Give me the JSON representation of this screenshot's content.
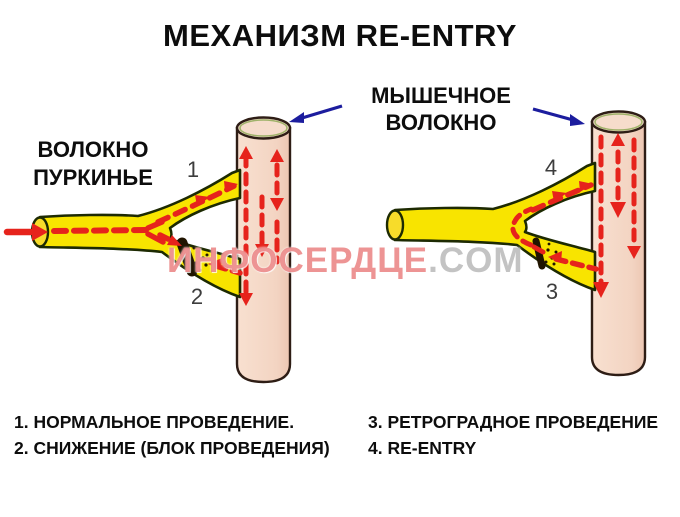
{
  "title": "МЕХАНИЗМ RE-ENTRY",
  "labels": {
    "muscle_fiber": {
      "line1": "МЫШЕЧНОЕ",
      "line2": "ВОЛОКНО"
    },
    "purkinje_fiber": {
      "line1": "ВОЛОКНО",
      "line2": "ПУРКИНЬЕ"
    }
  },
  "figure": {
    "numbers": {
      "n1": "1",
      "n2": "2",
      "n3": "3",
      "n4": "4"
    }
  },
  "legend": {
    "item1": "1. НОРМАЛЬНОЕ ПРОВЕДЕНИЕ.",
    "item2": "2. СНИЖЕНИЕ (БЛОК ПРОВЕДЕНИЯ)",
    "item3": "3. РЕТРОГРАДНОЕ ПРОВЕДЕНИЕ",
    "item4": "4. RE-ENTRY"
  },
  "watermark": {
    "name": "ИНФОСЕРДЦЕ",
    "domain": ".COM"
  },
  "colors": {
    "background": "#ffffff",
    "text": "#0d0d0d",
    "fiber_yellow": "#f8e400",
    "fiber_outline": "#1d2a02",
    "muscle_pink": "#f5d8c8",
    "muscle_outline": "#2e1d15",
    "conduction_arrow_red": "#e6231c",
    "block_dark": "#201400",
    "pointer_arrow_blue": "#1c1d9e",
    "number_gray": "#3d3d3d",
    "watermark_pink": "#e97c7c",
    "watermark_gray": "#9e9e9e"
  }
}
